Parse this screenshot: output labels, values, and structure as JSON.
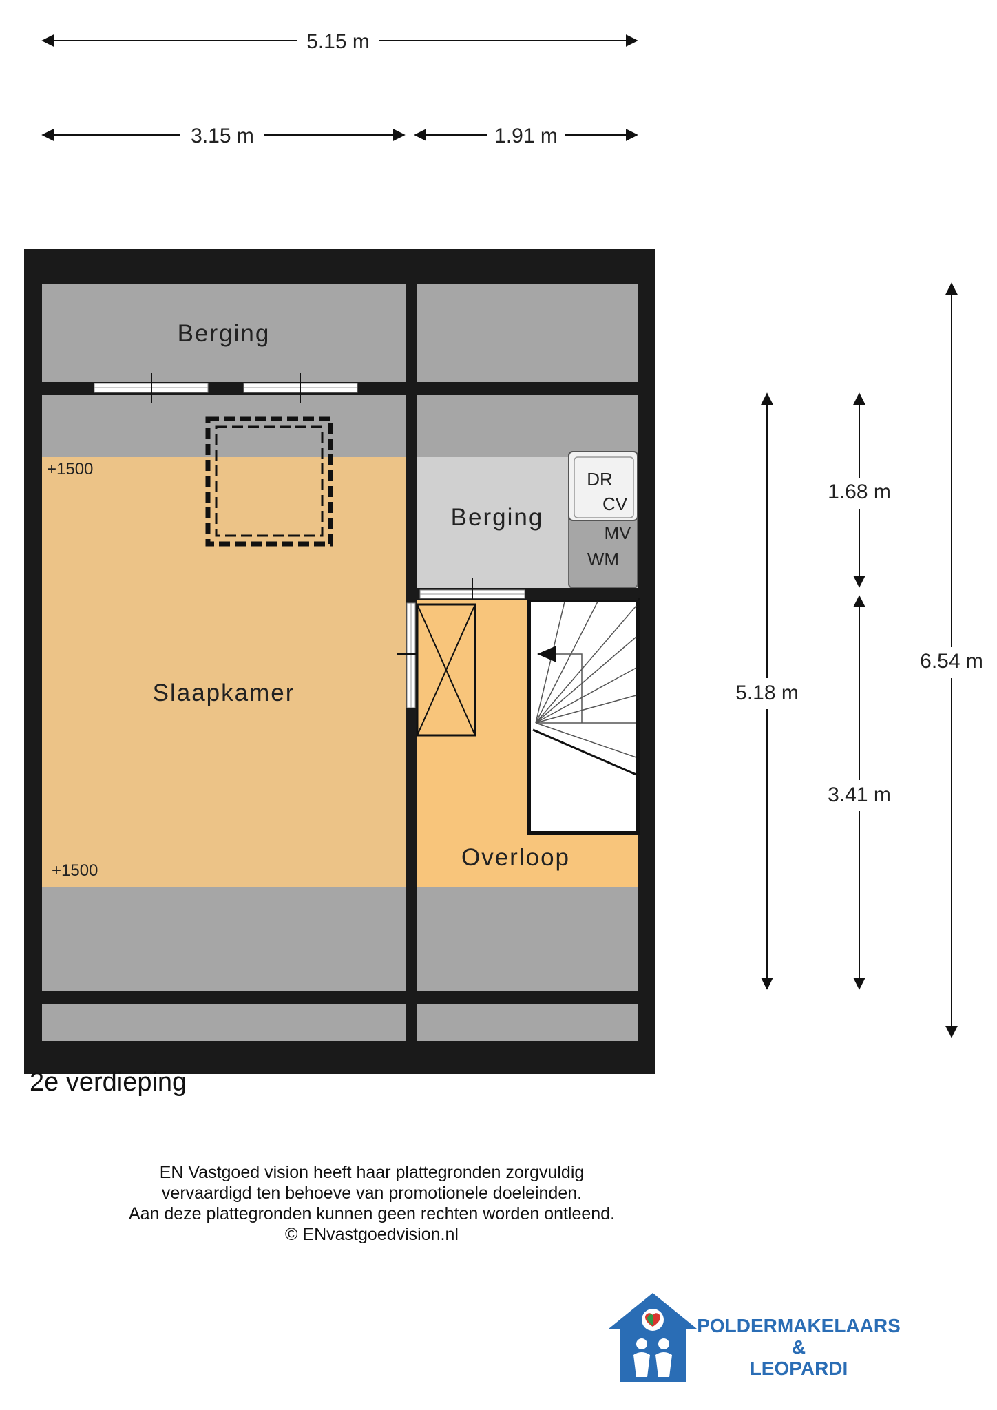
{
  "dimensions": {
    "total_width": "5.15 m",
    "left_width": "3.15 m",
    "right_width": "1.91 m",
    "upper_height": "1.68 m",
    "middle_height": "5.18 m",
    "total_height": "6.54 m",
    "lower_height": "3.41 m"
  },
  "rooms": {
    "berging_top": "Berging",
    "berging_right": "Berging",
    "slaapkamer": "Slaapkamer",
    "overloop": "Overloop"
  },
  "levels": {
    "top": "+1500",
    "bottom": "+1500"
  },
  "equipment": [
    "DR",
    "CV",
    "MV",
    "WM"
  ],
  "floor_caption": "2e verdieping",
  "disclaimer": [
    "EN Vastgoed vision heeft haar plattegronden zorgvuldig",
    "vervaardigd ten behoeve van promotionele doeleinden.",
    "Aan deze plattegronden kunnen geen rechten worden ontleend.",
    "© ENvastgoedvision.nl"
  ],
  "brand": {
    "line1": "POLDERMAKELAARS",
    "line2": "&",
    "line3": "LEOPARDI",
    "color": "#2a6db5"
  },
  "colors": {
    "wall": "#1a1a1a",
    "storage": "#a6a6a6",
    "bedroom": "#ecc387",
    "landing": "#f8c57b",
    "light_storage": "#d0d0d0"
  }
}
